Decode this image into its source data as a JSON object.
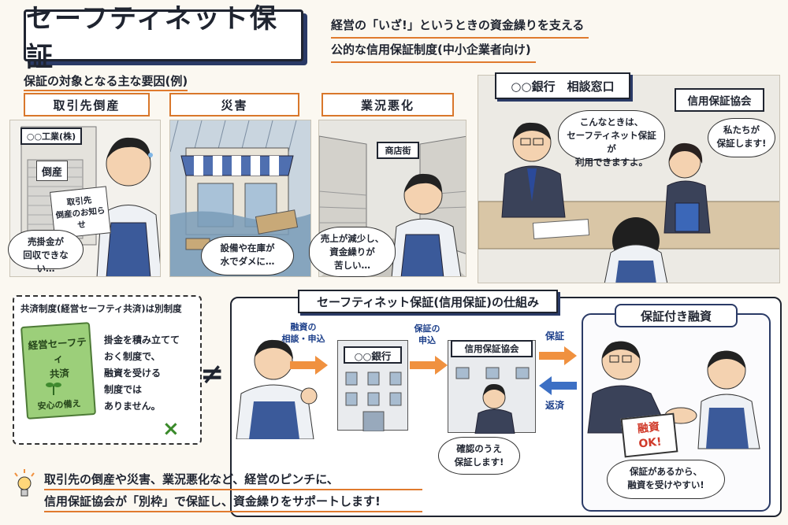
{
  "header": {
    "title": "セーフティネット保証",
    "subtitle_line1": "経営の「いざ!」というときの資金繰りを支える",
    "subtitle_line2": "公的な信用保証制度(中小企業者向け)"
  },
  "factors": {
    "section_label": "保証の対象となる主な要因(例)",
    "items": [
      {
        "tag": "取引先倒産",
        "sign": "○○工業(株)",
        "shutter": "倒産",
        "paper": "取引先\n倒産のお知らせ",
        "bubble": "売掛金が\n回収できない…"
      },
      {
        "tag": "災害",
        "bubble": "設備や在庫が\n水でダメに…"
      },
      {
        "tag": "業況悪化",
        "sign": "商店街",
        "bubble": "売上が減少し、\n資金繰りが\n苦しい…"
      }
    ]
  },
  "consult": {
    "bank_sign": "○○銀行　相談窓口",
    "assoc_sign": "信用保証協会",
    "bank_bubble": "こんなときは、\nセーフティネット保証が\n利用できますよ。",
    "assoc_bubble": "私たちが\n保証します!"
  },
  "kyosai": {
    "heading": "共済制度(経営セーフティ共済)は別制度",
    "book_title": "経営セーフティ\n共済",
    "book_sub": "安心の備え",
    "text": "掛金を積み立てて\nおく制度で、\n融資を受ける\n制度では\nありません。",
    "not_equal": "≠",
    "cross": "×"
  },
  "mechanism": {
    "heading": "セーフティネット保証(信用保証)の仕組み",
    "step1": "融資の\n相談・申込",
    "bank": "○○銀行",
    "step2": "保証の\n申込",
    "assoc": "信用保証協会",
    "guarantee": "保証",
    "repay": "返済",
    "assoc_bubble": "確認のうえ\n保証します!",
    "loan_heading": "保証付き融資",
    "loan_sign": "融資\nOK!",
    "loan_bubble": "保証があるから、\n融資を受けやすい!"
  },
  "footer": {
    "line1": "取引先の倒産や災害、業況悪化など、経営のピンチに、",
    "line2": "信用保証協会が「別枠」で保証し、資金繰りをサポートします!"
  },
  "colors": {
    "accent": "#e07a2e",
    "navy": "#2a3a66",
    "apron": "#3b5a9a",
    "book": "#9ccf7a"
  }
}
